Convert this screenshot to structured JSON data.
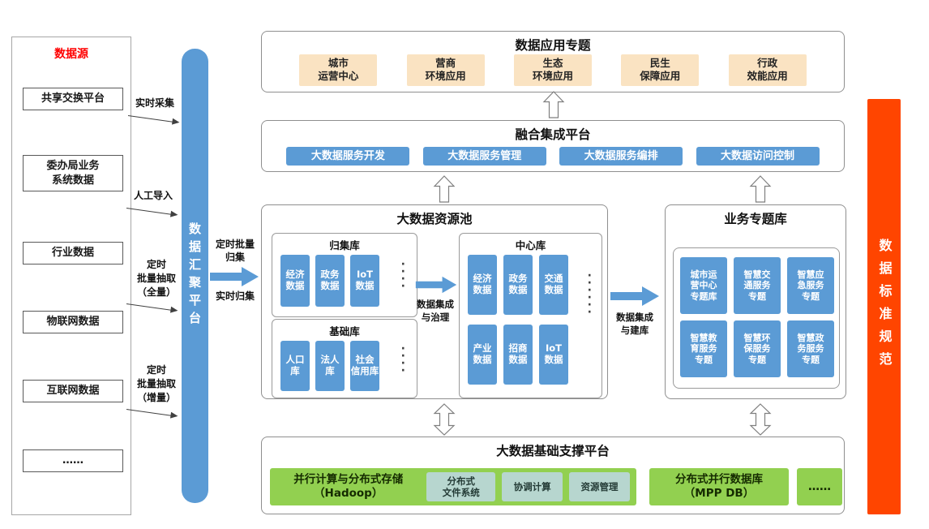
{
  "colors": {
    "primary_blue": "#5B9BD5",
    "beige": "#FAE3C2",
    "green": "#92D050",
    "teal": "#B7D6CF",
    "orange": "#FF4500",
    "source_title_red": "#FF0000"
  },
  "data_sources": {
    "title": "数据源",
    "items": [
      "共享交换平台",
      "委办局业务\n系统数据",
      "行业数据",
      "物联网数据",
      "互联网数据",
      "……"
    ]
  },
  "ingest_flows": [
    {
      "label": "实时采集"
    },
    {
      "label": "人工导入"
    },
    {
      "label": "定时\n批量抽取\n（全量）"
    },
    {
      "label": "定时\n批量抽取\n（增量）"
    }
  ],
  "aggregation_platform": {
    "label": "数据汇聚平台"
  },
  "aggregation_output": {
    "top_label": "定时批量\n归集",
    "bottom_label": "实时归集"
  },
  "application_topics": {
    "title": "数据应用专题",
    "items": [
      "城市\n运营中心",
      "营商\n环境应用",
      "生态\n环境应用",
      "民生\n保障应用",
      "行政\n效能应用"
    ]
  },
  "integration_platform": {
    "title": "融合集成平台",
    "items": [
      "大数据服务开发",
      "大数据服务管理",
      "大数据服务编排",
      "大数据访问控制"
    ]
  },
  "resource_pool": {
    "title": "大数据资源池",
    "collection_lib": {
      "title": "归集库",
      "items": [
        "经济\n数据",
        "政务\n数据",
        "IoT\n数据"
      ],
      "dots": "·\n·\n·\n·"
    },
    "base_lib": {
      "title": "基础库",
      "items": [
        "人口\n库",
        "法人\n库",
        "社会\n信用库"
      ],
      "dots": "·\n·\n·\n·"
    },
    "center_lib": {
      "title": "中心库",
      "items": [
        "经济\n数据",
        "政务\n数据",
        "交通\n数据",
        "产业\n数据",
        "招商\n数据",
        "IoT\n数据"
      ],
      "dots": "·\n·\n·\n·\n·\n·"
    },
    "inner_arrow_label": "数据集成\n与治理"
  },
  "topic_library": {
    "title": "业务专题库",
    "items": [
      "城市运\n营中心\n专题库",
      "智慧交\n通服务\n专题",
      "智慧应\n急服务\n专题",
      "智慧教\n育服务\n专题",
      "智慧环\n保服务\n专题",
      "智慧政\n务服务\n专题"
    ],
    "arrow_label": "数据集成\n与建库"
  },
  "support_platform": {
    "title": "大数据基础支撑平台",
    "hadoop": {
      "label": "并行计算与分布式存储\n（Hadoop）",
      "items": [
        "分布式\n文件系统",
        "协调计算",
        "资源管理"
      ]
    },
    "mpp_label": "分布式并行数据库\n（MPP DB）",
    "more_label": "……"
  },
  "standards_bar": {
    "label": "数据标准规范"
  }
}
